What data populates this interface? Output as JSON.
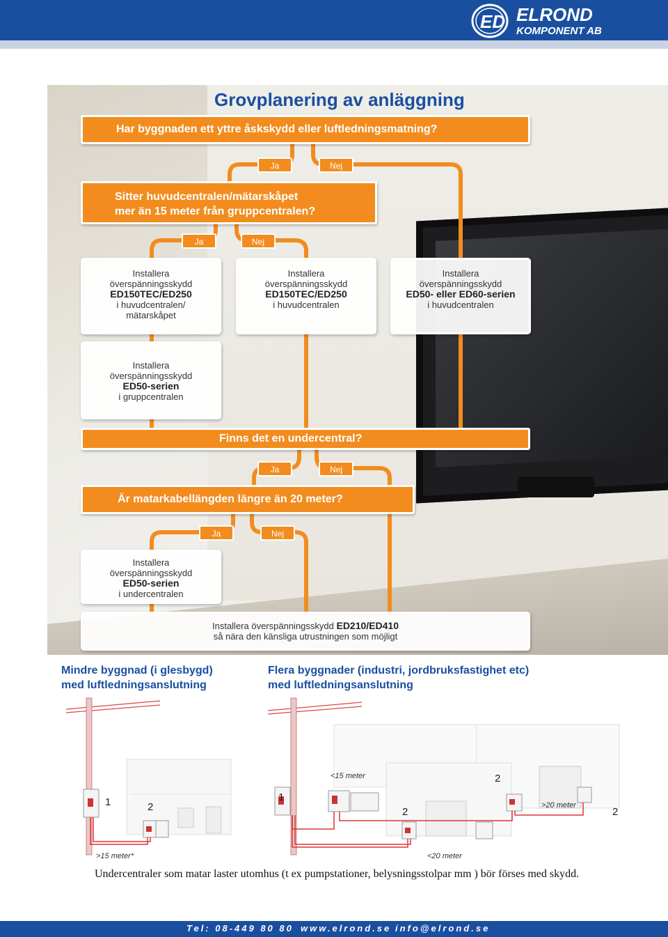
{
  "header": {
    "logo_line1": "ELROND",
    "logo_line2": "KOMPONENT AB",
    "brand_color": "#1a4fa0"
  },
  "title": "Grovplanering av anläggning",
  "flow": {
    "q1": "Har byggnaden ett yttre åskskydd eller luftledningsmatning?",
    "q1_yes": "Ja",
    "q1_no": "Nej",
    "q2_line1": "Sitter huvudcentralen/mätarskåpet",
    "q2_line2": "mer än 15 meter från gruppcentralen?",
    "q2_yes": "Ja",
    "q2_no": "Nej",
    "box1": {
      "l1": "Installera",
      "l2": "överspänningsskydd",
      "l3": "ED150TEC/ED250",
      "l4": "i huvudcentralen/",
      "l5": "mätarskåpet"
    },
    "box2": {
      "l1": "Installera",
      "l2": "överspänningsskydd",
      "l3": "ED150TEC/ED250",
      "l4": "i huvudcentralen"
    },
    "box3": {
      "l1": "Installera",
      "l2": "överspänningsskydd",
      "l3": "ED50- eller ED60-serien",
      "l4": "i huvudcentralen"
    },
    "box4": {
      "l1": "Installera",
      "l2": "överspänningsskydd",
      "l3": "ED50-serien",
      "l4": "i gruppcentralen"
    },
    "q3": "Finns det en undercentral?",
    "q3_yes": "Ja",
    "q3_no": "Nej",
    "q4": "Är matarkabellängden längre än 20 meter?",
    "q4_yes": "Ja",
    "q4_no": "Nej",
    "box5": {
      "l1": "Installera",
      "l2": "överspänningsskydd",
      "l3": "ED50-serien",
      "l4": "i undercentralen"
    },
    "box6": {
      "l1a": "Installera överspänningsskydd ",
      "l1b": "ED210/ED410",
      "l2": "så nära den känsliga utrustningen som möjligt"
    },
    "accent_color": "#f28c1e"
  },
  "sections": {
    "left_l1": "Mindre byggnad (i glesbygd)",
    "left_l2": "med luftledningsanslutning",
    "right_l1": "Flera byggnader (industri, jordbruksfastighet etc)",
    "right_l2": "med luftledningsanslutning"
  },
  "drawing": {
    "n1a": "1",
    "n2a": "2",
    "n1b": "1",
    "n2b": "2",
    "n2c": "2",
    "n2d": "2",
    "d_gt15": ">15 meter*",
    "d_lt15": "<15 meter",
    "d_gt20": ">20 meter",
    "d_lt20": "<20 meter"
  },
  "caption": "Undercentraler som matar laster utomhus (t ex pumpstationer, belysningsstolpar mm ) bör förses med skydd.",
  "footer": {
    "tel": "Tel: 08-449 80 80",
    "web": "www.elrond.se",
    "email": "info@elrond.se"
  }
}
